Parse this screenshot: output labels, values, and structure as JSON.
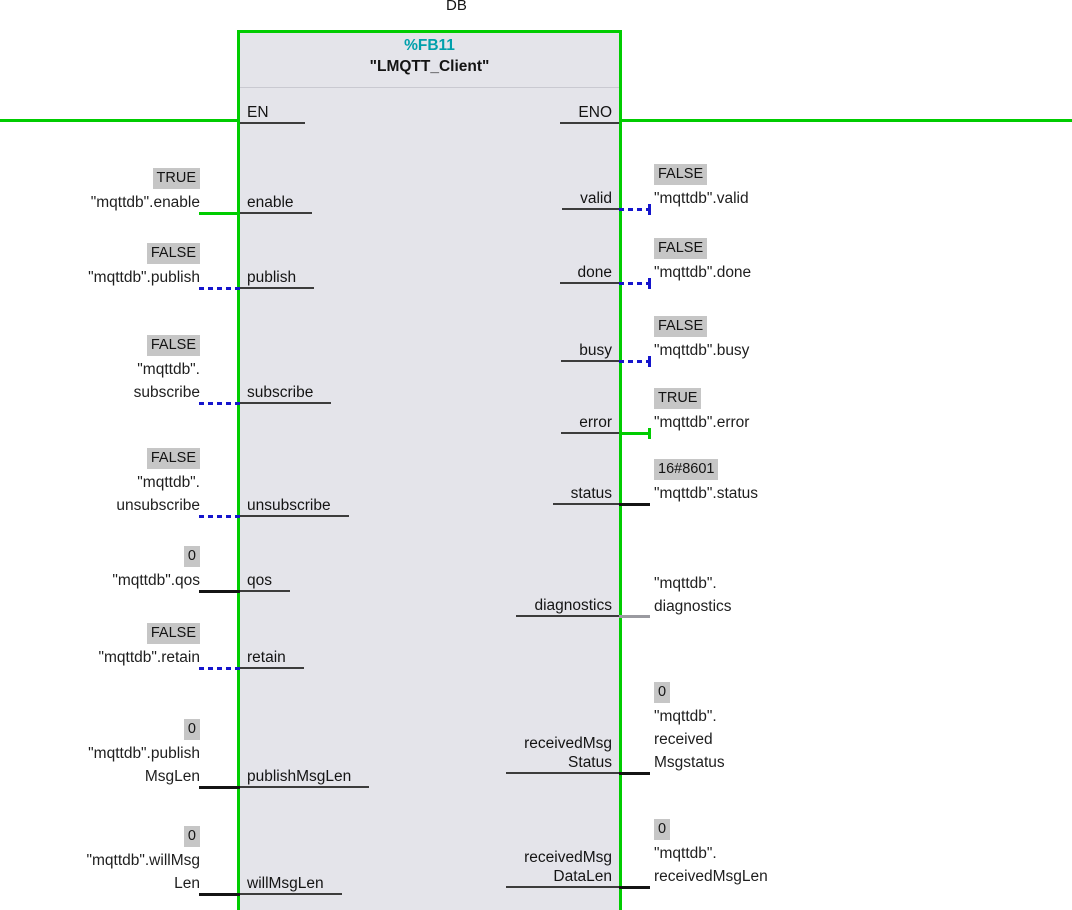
{
  "canvas": {
    "db_label": "DB"
  },
  "block": {
    "address": "%FB11",
    "title": "\"LMQTT_Client\"",
    "en": "EN",
    "eno": "ENO"
  },
  "colors": {
    "wire_true": "#00CC00",
    "wire_false": "#1414cc",
    "wire_num": "#141414",
    "wire_open": "#9a9aa0",
    "badge_bg": "#c6c6c6",
    "address_teal": "#00a0ac",
    "block_fill": "#e4e4ea",
    "block_border": "#00CC00"
  },
  "inputs": [
    {
      "pin": [
        "enable"
      ],
      "value": "TRUE",
      "operand": [
        "\"mqttdb\".enable"
      ],
      "wire": "green"
    },
    {
      "pin": [
        "publish"
      ],
      "value": "FALSE",
      "operand": [
        "\"mqttdb\".publish"
      ],
      "wire": "blue"
    },
    {
      "pin": [
        "subscribe"
      ],
      "value": "FALSE",
      "operand": [
        "\"mqttdb\".",
        "subscribe"
      ],
      "wire": "blue"
    },
    {
      "pin": [
        "unsubscribe"
      ],
      "value": "FALSE",
      "operand": [
        "\"mqttdb\".",
        "unsubscribe"
      ],
      "wire": "blue"
    },
    {
      "pin": [
        "qos"
      ],
      "value": "0",
      "operand": [
        "\"mqttdb\".qos"
      ],
      "wire": "black"
    },
    {
      "pin": [
        "retain"
      ],
      "value": "FALSE",
      "operand": [
        "\"mqttdb\".retain"
      ],
      "wire": "blue"
    },
    {
      "pin": [
        "publishMsgLen"
      ],
      "value": "0",
      "operand": [
        "\"mqttdb\".publish",
        "MsgLen"
      ],
      "wire": "black"
    },
    {
      "pin": [
        "willMsgLen"
      ],
      "value": "0",
      "operand": [
        "\"mqttdb\".willMsg",
        "Len"
      ],
      "wire": "black"
    }
  ],
  "outputs": [
    {
      "pin": [
        "valid"
      ],
      "value": "FALSE",
      "operand": [
        "\"mqttdb\".valid"
      ],
      "wire": "blue"
    },
    {
      "pin": [
        "done"
      ],
      "value": "FALSE",
      "operand": [
        "\"mqttdb\".done"
      ],
      "wire": "blue"
    },
    {
      "pin": [
        "busy"
      ],
      "value": "FALSE",
      "operand": [
        "\"mqttdb\".busy"
      ],
      "wire": "blue"
    },
    {
      "pin": [
        "error"
      ],
      "value": "TRUE",
      "operand": [
        "\"mqttdb\".error"
      ],
      "wire": "green"
    },
    {
      "pin": [
        "status"
      ],
      "value": "16#8601",
      "operand": [
        "\"mqttdb\".status"
      ],
      "wire": "black"
    },
    {
      "pin": [
        "diagnostics"
      ],
      "value": null,
      "operand": [
        "\"mqttdb\".",
        "diagnostics"
      ],
      "wire": "gray"
    },
    {
      "pin": [
        "receivedMsg",
        "Status"
      ],
      "value": "0",
      "operand": [
        "\"mqttdb\".",
        "received",
        "Msgstatus"
      ],
      "wire": "black"
    },
    {
      "pin": [
        "receivedMsg",
        "DataLen"
      ],
      "value": "0",
      "operand": [
        "\"mqttdb\".",
        "receivedMsgLen"
      ],
      "wire": "black"
    }
  ]
}
